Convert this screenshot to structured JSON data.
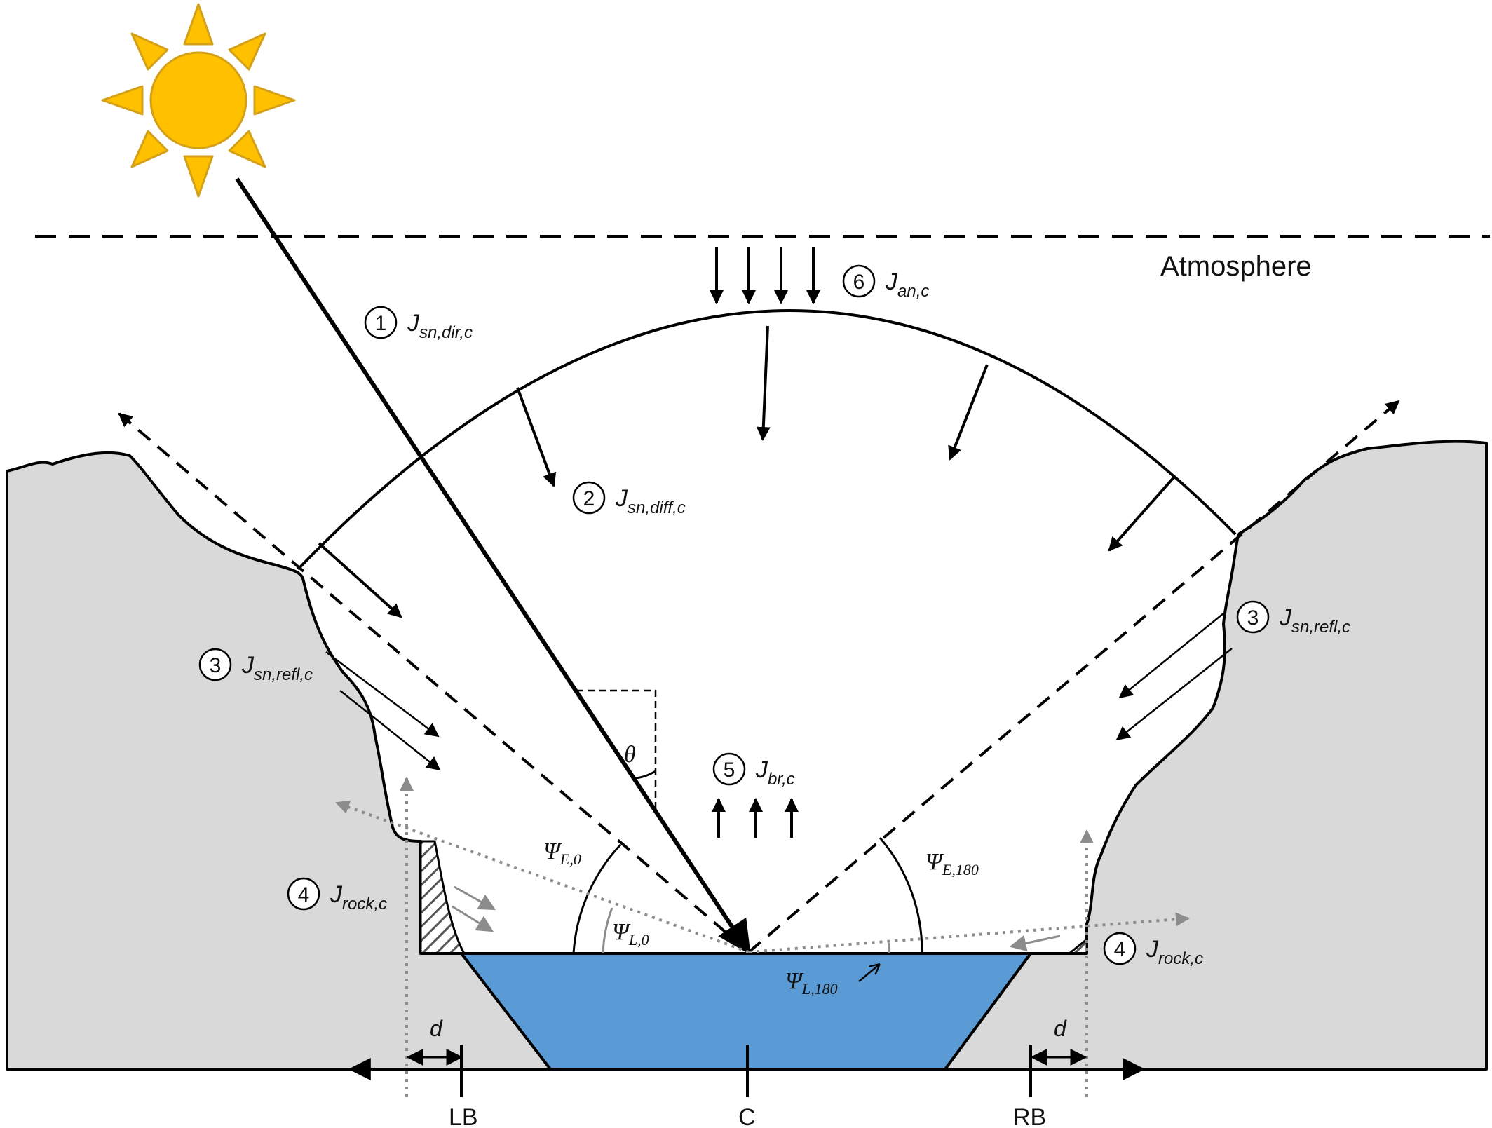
{
  "colors": {
    "terrain": "#d9d9d9",
    "water": "#5b9bd5",
    "sun": "#ffc000",
    "sun_outline": "#d4a017",
    "ink": "#000000",
    "grey_arrow": "#8c8c8c"
  },
  "labels": {
    "atmosphere": "Atmosphere",
    "theta": "θ",
    "d_left": "d",
    "d_right": "d",
    "lb": "LB",
    "c": "C",
    "rb": "RB"
  },
  "fluxes": [
    {
      "num": "1",
      "base": "J",
      "sub": "sn,dir,c"
    },
    {
      "num": "2",
      "base": "J",
      "sub": "sn,diff,c"
    },
    {
      "num": "3",
      "base": "J",
      "sub": "sn,refl,c"
    },
    {
      "num": "3",
      "base": "J",
      "sub": "sn,refl,c"
    },
    {
      "num": "4",
      "base": "J",
      "sub": "rock,c"
    },
    {
      "num": "4",
      "base": "J",
      "sub": "rock,c"
    },
    {
      "num": "5",
      "base": "J",
      "sub": "br,c"
    },
    {
      "num": "6",
      "base": "J",
      "sub": "an,c"
    }
  ],
  "angles": [
    {
      "base": "Ψ",
      "sub": "E,0"
    },
    {
      "base": "Ψ",
      "sub": "L,0"
    },
    {
      "base": "Ψ",
      "sub": "E,180"
    },
    {
      "base": "Ψ",
      "sub": "L,180"
    }
  ]
}
